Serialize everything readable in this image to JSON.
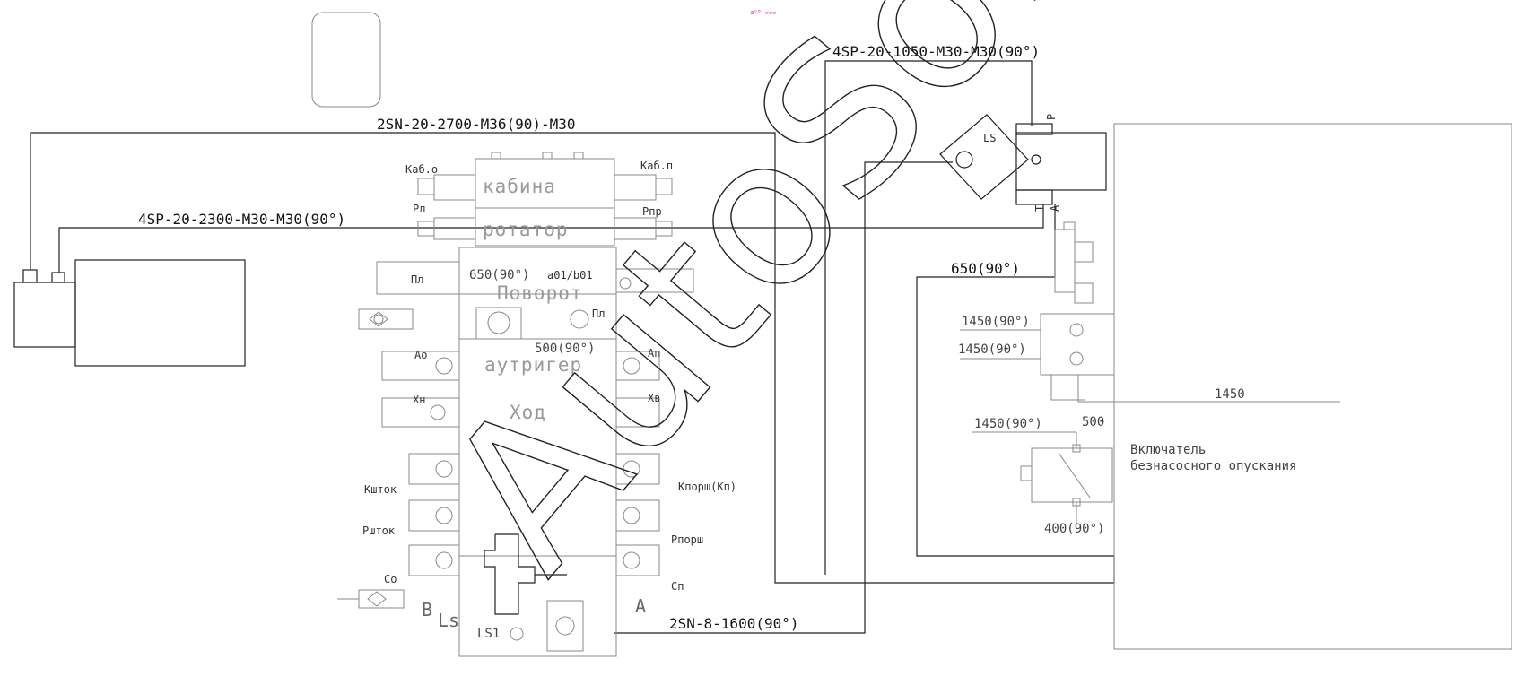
{
  "hoses": {
    "h1": "2SN-20-2700-M36(90)-M30",
    "h2": "4SP-20-2300-M30-M30(90°)",
    "h3": "4SP-20-1050-M30-M30(90°)",
    "h4": "2SN-8-1600(90°)"
  },
  "distributor": {
    "cabin": "кабина",
    "rotator": "ротатор",
    "turn": "Поворот",
    "outrigger": "аутригер",
    "travel": "Ход",
    "kab_o": "Каб.о",
    "kab_p": "Каб.п",
    "r_l": "Рл",
    "r_pr": "Рпр",
    "p_l": "Пл",
    "p_l2": "Пл",
    "a_o": "Ао",
    "a_p": "Ап",
    "kh_n": "Хн",
    "kh_v": "Хв",
    "k_shtok": "Кшток",
    "r_shtok": "Ршток",
    "k_porsh": "Кпорш(Кп)",
    "r_porsh": "Рпорш",
    "s_o": "Со",
    "s_p": "Сп",
    "b": "B",
    "ls": "Ls",
    "a": "A",
    "ls1": "LS1",
    "a01b01": "a01/b01",
    "len650": "650(90°)",
    "len500": "500(90°)"
  },
  "valve": {
    "ls": "LS",
    "p": "P",
    "t": "T",
    "a": "A",
    "len650": "650(90°)"
  },
  "right_block": {
    "l1": "1450(90°)",
    "l2": "1450(90°)",
    "l3": "1450",
    "l4": "500",
    "l5": "1450(90°)",
    "l6": "400(90°)",
    "switch_line1": "Включатель",
    "switch_line2": "безнасосного опускания"
  },
  "watermark": "AutoSoft",
  "top_mark": "aᴳᴮ ▫▫▫"
}
